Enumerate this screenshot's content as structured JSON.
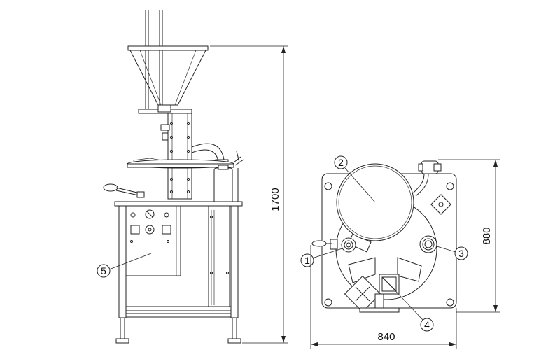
{
  "dimensions": {
    "height": "1700",
    "depth": "880",
    "width": "840"
  },
  "callouts": [
    {
      "id": "1",
      "label": "1"
    },
    {
      "id": "2",
      "label": "2"
    },
    {
      "id": "3",
      "label": "3"
    },
    {
      "id": "4",
      "label": "4"
    },
    {
      "id": "5",
      "label": "5"
    }
  ]
}
